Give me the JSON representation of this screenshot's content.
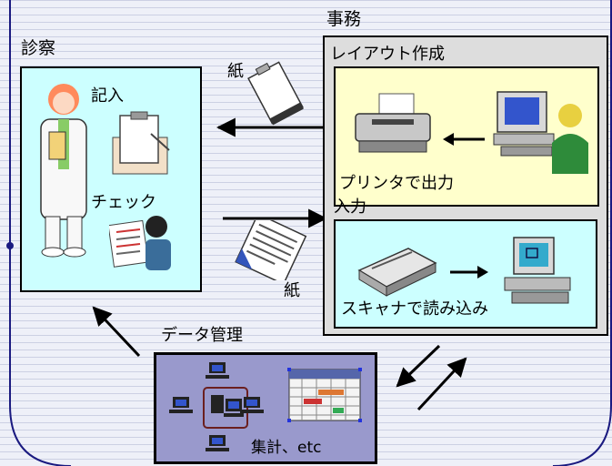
{
  "exam": {
    "title": "診察",
    "write": "記入",
    "check": "チェック"
  },
  "office": {
    "title": "事務",
    "layout": {
      "title": "レイアウト作成",
      "print": "プリンタで出力"
    },
    "input": {
      "title": "入力",
      "scan": "スキャナで読み込み"
    }
  },
  "paper_top": "紙",
  "paper_bottom": "紙",
  "data_mgmt": {
    "title": "データ管理",
    "summary": "集計、etc"
  },
  "colors": {
    "exam_bg": "#ccffff",
    "office_bg": "#dddddd",
    "layout_bg": "#ffffcc",
    "input_bg": "#ccffff",
    "data_bg": "#9999cc",
    "frame": "#1a1a80"
  }
}
